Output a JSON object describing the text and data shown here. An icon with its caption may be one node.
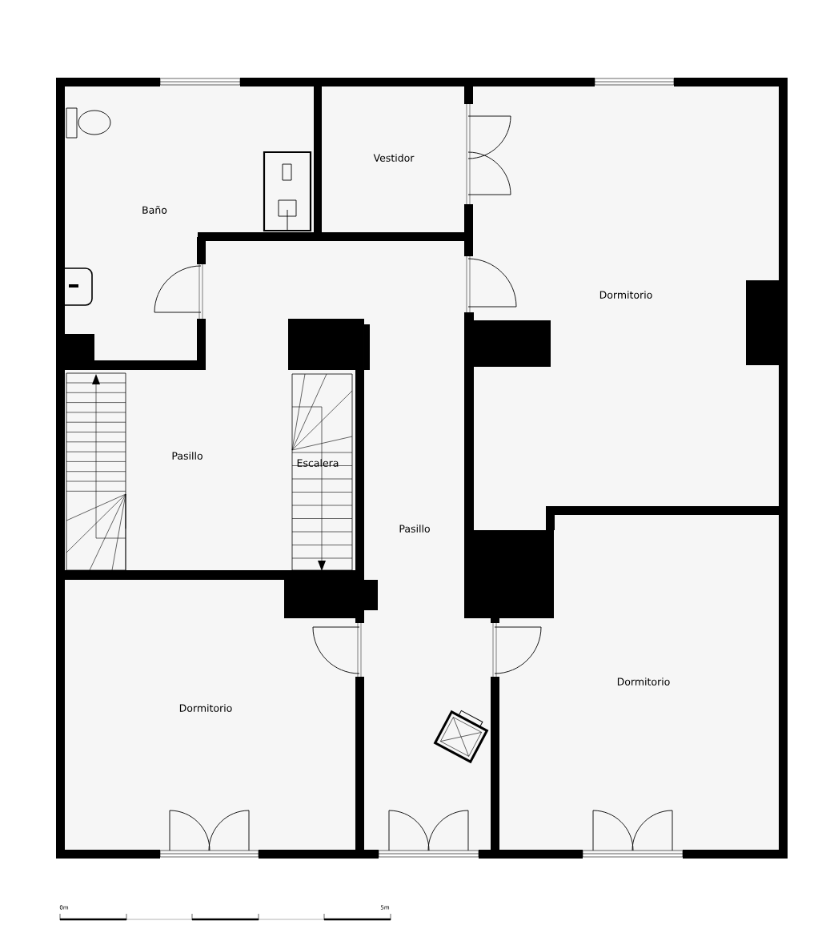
{
  "diagram": {
    "labels": [
      "Vestidor",
      "Baño",
      "Dormitorio",
      "Pasillo",
      "Escalera",
      "Pasillo",
      "Dormitorio",
      "Dormitorio",
      "0m",
      "5m"
    ]
  }
}
